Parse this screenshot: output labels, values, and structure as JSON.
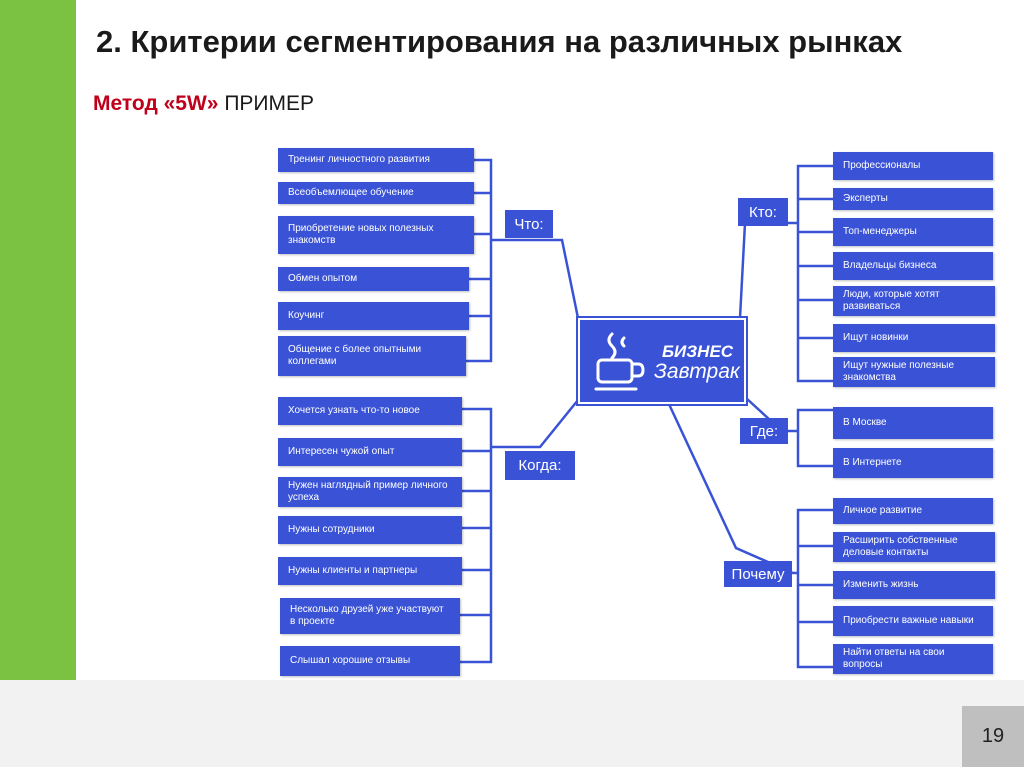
{
  "slide": {
    "title": "2. Критерии сегментирования на различных рынках",
    "method_label": "Метод «5W»",
    "example_label": " ПРИМЕР",
    "page_number": "19"
  },
  "logo": {
    "line1": "БИЗНЕС",
    "line2": "Завтрак",
    "icon": "coffee-cup-icon"
  },
  "colors": {
    "box": "#3a53d6",
    "accent_bar": "#7cc242",
    "method_red": "#c0001a"
  },
  "categories": {
    "what": "Что:",
    "when": "Когда:",
    "who": "Кто:",
    "where": "Где:",
    "why": "Почему"
  },
  "what_items": [
    "Тренинг личностного развития",
    "Всеобъемлющее обучение",
    "Приобретение новых полезных знакомств",
    "Обмен опытом",
    "Коучинг",
    "Общение с более опытными коллегами"
  ],
  "when_items": [
    "Хочется узнать что-то новое",
    "Интересен чужой опыт",
    "Нужен наглядный пример личного успеха",
    "Нужны сотрудники",
    "Нужны клиенты и партнеры",
    "Несколько друзей уже участвуют в проекте",
    "Слышал хорошие отзывы"
  ],
  "who_items": [
    "Профессионалы",
    "Эксперты",
    "Топ-менеджеры",
    "Владельцы бизнеса",
    "Люди, которые хотят развиваться",
    "Ищут новинки",
    "Ищут нужные полезные знакомства"
  ],
  "where_items": [
    "В Москве",
    "В Интернете"
  ],
  "why_items": [
    "Личное развитие",
    "Расширить собственные деловые контакты",
    "Изменить жизнь",
    "Приобрести важные навыки",
    "Найти ответы на свои вопросы"
  ]
}
